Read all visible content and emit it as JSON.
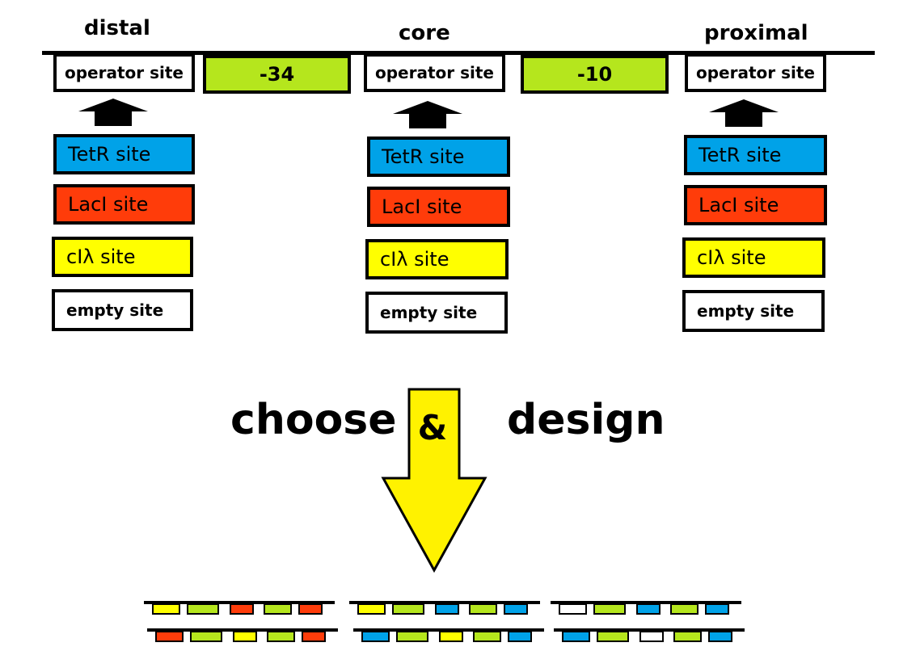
{
  "colors": {
    "promoter": "#b5e61d",
    "tetr": "#00a2e8",
    "laci": "#ff3c0a",
    "cilambda": "#ffff00",
    "empty": "#ffffff",
    "arrow_big": "#fff200"
  },
  "positions": [
    {
      "label": "distal",
      "operator_label": "operator site",
      "sites": [
        "TetR site",
        "LacI site",
        "cIλ site",
        "empty site"
      ]
    },
    {
      "label": "core",
      "operator_label": "operator site",
      "sites": [
        "TetR site",
        "LacI site",
        "cIλ site",
        "empty site"
      ]
    },
    {
      "label": "proximal",
      "operator_label": "operator site",
      "sites": [
        "TetR site",
        "LacI site",
        "cIλ site",
        "empty site"
      ]
    }
  ],
  "promoter_boxes": [
    "-34",
    "-10"
  ],
  "arrow_text": {
    "left": "choose",
    "middle": "&",
    "right": "design"
  },
  "designs": [
    [
      "cilambda",
      "promoter",
      "laci",
      "promoter",
      "laci"
    ],
    [
      "cilambda",
      "promoter",
      "tetr",
      "promoter",
      "tetr"
    ],
    [
      "empty",
      "promoter",
      "tetr",
      "promoter",
      "tetr"
    ],
    [
      "laci",
      "promoter",
      "cilambda",
      "promoter",
      "laci"
    ],
    [
      "tetr",
      "promoter",
      "cilambda",
      "promoter",
      "tetr"
    ],
    [
      "tetr",
      "promoter",
      "empty",
      "promoter",
      "tetr"
    ]
  ]
}
